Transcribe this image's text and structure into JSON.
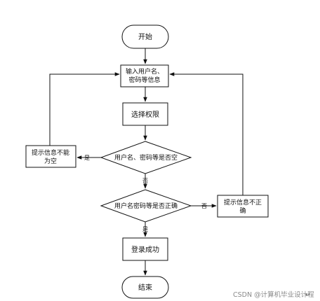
{
  "diagram": {
    "start": "开始",
    "input_line1": "输入用户名、",
    "input_line2": "密码等信息",
    "select_permission": "选择权限",
    "decision_empty": "用户名、密码等是否空",
    "empty_msg_line1": "提示信息不能",
    "empty_msg_line2": "为空",
    "yes_label_1": "是",
    "no_label_1": "否",
    "decision_correct": "用户名密码等是否正确",
    "wrong_msg_line1": "提示信息不正",
    "wrong_msg_line2": "确",
    "no_label_2": "否",
    "yes_label_2": "是",
    "login_success": "登录成功",
    "end": "结束"
  },
  "watermark": "CSDN @计算机毕业设计程",
  "edit_mark": "↵"
}
